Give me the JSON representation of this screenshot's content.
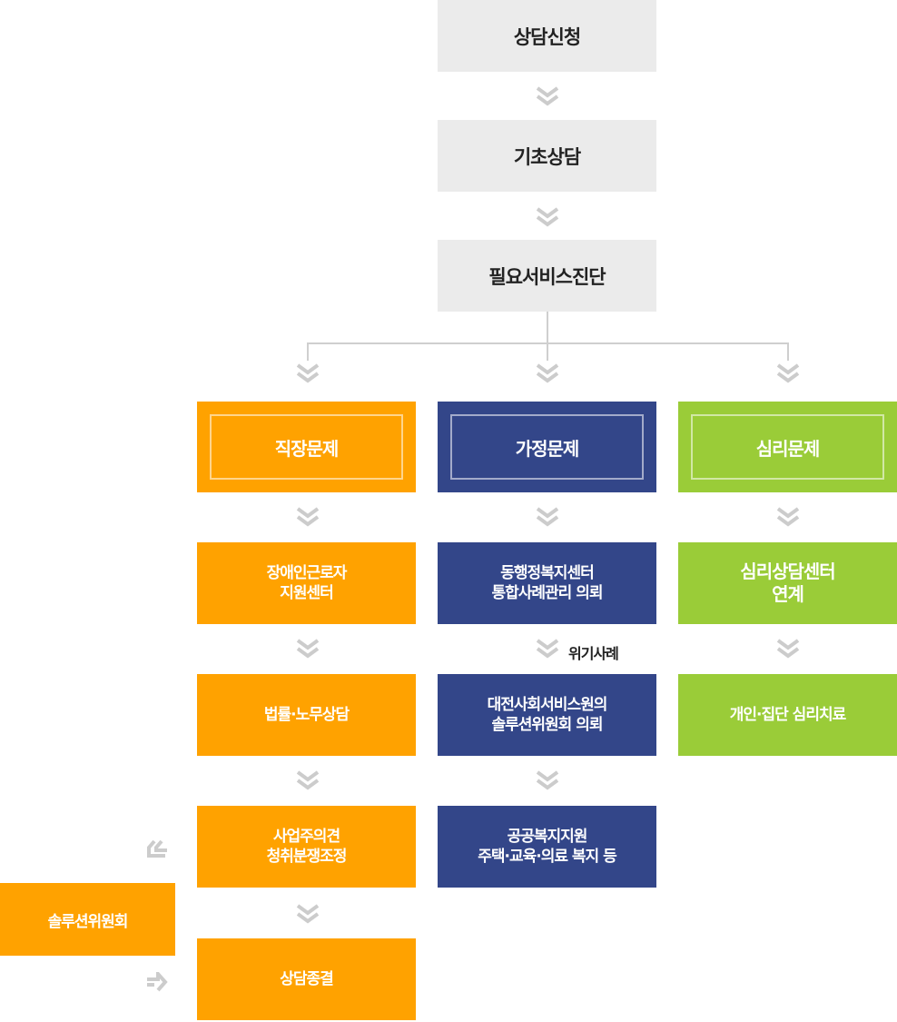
{
  "top_steps": [
    "상담신청",
    "기초상담",
    "필요서비스진단"
  ],
  "categories": {
    "workplace": "직장문제",
    "family": "가정문제",
    "psych": "심리문제"
  },
  "workplace_flow": {
    "step1": [
      "장애인근로자",
      "지원센터"
    ],
    "step2": "법률·노무상담",
    "step3": [
      "사업주의견",
      "청취분쟁조정"
    ],
    "step4": "상담종결",
    "side_box": "솔루션위원회"
  },
  "family_flow": {
    "step1": [
      "동행정복지센터",
      "통합사례관리 의뢰"
    ],
    "crisis_label": "위기사례",
    "step2": [
      "대전사회서비스원의",
      "솔루션위원회 의뢰"
    ],
    "step3": [
      "공공복지지원",
      "주택·교육·의료 복지 등"
    ]
  },
  "psych_flow": {
    "step1": [
      "심리상담센터",
      "연계"
    ],
    "step2": "개인·집단 심리치료"
  },
  "colors": {
    "gray": "#ebebeb",
    "orange": "#ffa200",
    "navy": "#334689",
    "green": "#9acc38",
    "arrow": "#cccccc"
  }
}
